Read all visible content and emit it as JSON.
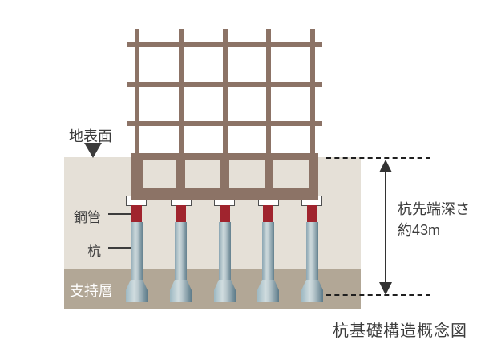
{
  "diagram": {
    "caption": "杭基礎構造概念図",
    "labels": {
      "ground_surface": "地表面",
      "steel_pipe": "鋼管",
      "pile": "杭",
      "bearing_layer": "支持層",
      "depth_line1": "杭先端深さ",
      "depth_line2": "約43m"
    },
    "annotations": {
      "pile_tip_depth_text": "杭先端深さ約43m",
      "pile_tip_depth_m": 43
    },
    "structure": {
      "building_columns": 5,
      "building_beams": 3,
      "piles": 5
    },
    "colors": {
      "frame_brown": "#8C7366",
      "ground_beige": "#E5E0D7",
      "bearing_taupe": "#B2A796",
      "pipe_red": "#A0242E",
      "pile_light": "#CCD8DB",
      "pile_dark": "#63808E",
      "cap_white": "#FFFFFF",
      "annotation_dark": "#3C3C3C"
    }
  }
}
